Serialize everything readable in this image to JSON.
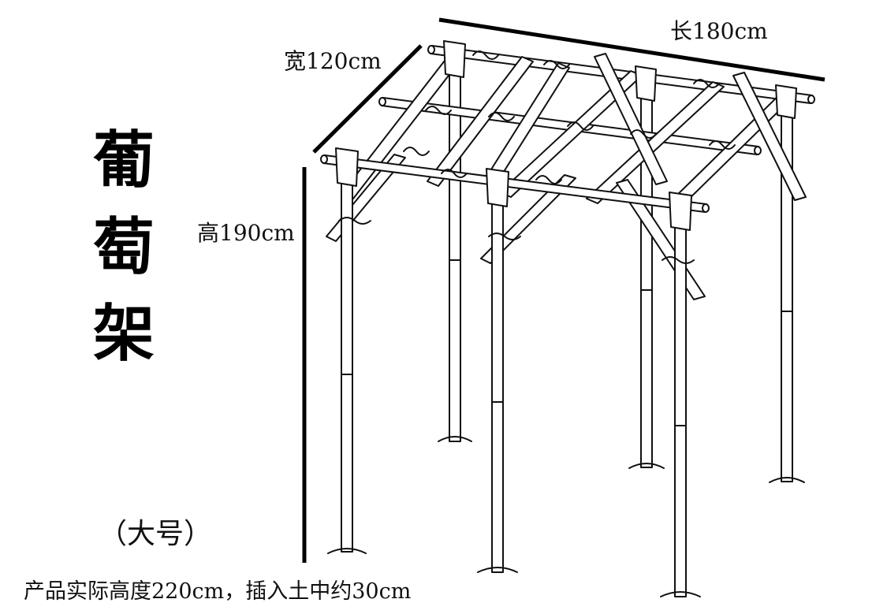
{
  "title": {
    "chars": [
      "葡",
      "萄",
      "架"
    ]
  },
  "dimensions": {
    "length": "长180cm",
    "width": "宽120cm",
    "height": "高190cm"
  },
  "size_tag": "（大号）",
  "note": "产品实际高度220cm，插入土中约30cm"
}
